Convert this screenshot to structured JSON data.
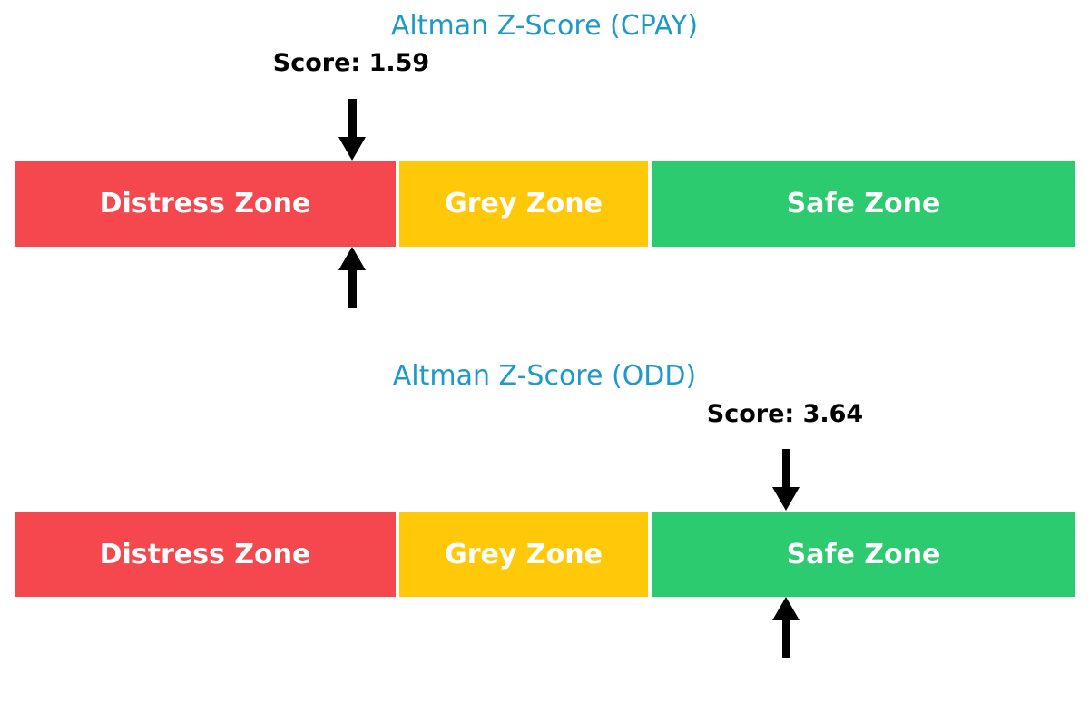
{
  "colors": {
    "background": "#ffffff",
    "title_blue": "#1E9AC9",
    "distress_red": "#F4484E",
    "grey_yellow": "#FFC90A",
    "safe_green": "#2DCB70",
    "zone_label_white": "#ffffff",
    "arrow_black": "#000000",
    "score_black": "#000000"
  },
  "charts": [
    {
      "title": "Altman Z-Score (CPAY)",
      "score_label": "Score: 1.59",
      "score": 1.59,
      "zones": [
        {
          "label": "Distress Zone"
        },
        {
          "label": "Grey Zone"
        },
        {
          "label": "Safe Zone"
        }
      ]
    },
    {
      "title": "Altman Z-Score (ODD)",
      "score_label": "Score: 3.64",
      "score": 3.64,
      "zones": [
        {
          "label": "Distress Zone"
        },
        {
          "label": "Grey Zone"
        },
        {
          "label": "Safe Zone"
        }
      ]
    }
  ],
  "chart_data": [
    {
      "type": "bar",
      "orientation": "horizontal",
      "title": "Altman Z-Score (CPAY)",
      "annotation": "Score: 1.59",
      "score": 1.59,
      "axis_range": [
        0,
        5
      ],
      "grid": false,
      "legend": false,
      "zones": [
        {
          "label": "Distress Zone",
          "range": [
            0,
            1.8
          ],
          "color": "#F4484E"
        },
        {
          "label": "Grey Zone",
          "range": [
            1.8,
            3.0
          ],
          "color": "#FFC90A"
        },
        {
          "label": "Safe Zone",
          "range": [
            3.0,
            5.0
          ],
          "color": "#2DCB70"
        }
      ],
      "marker": {
        "style": "double-arrow-above-below",
        "x": 1.59,
        "zone": "Distress Zone"
      }
    },
    {
      "type": "bar",
      "orientation": "horizontal",
      "title": "Altman Z-Score (ODD)",
      "annotation": "Score: 3.64",
      "score": 3.64,
      "axis_range": [
        0,
        5
      ],
      "grid": false,
      "legend": false,
      "zones": [
        {
          "label": "Distress Zone",
          "range": [
            0,
            1.8
          ],
          "color": "#F4484E"
        },
        {
          "label": "Grey Zone",
          "range": [
            1.8,
            3.0
          ],
          "color": "#FFC90A"
        },
        {
          "label": "Safe Zone",
          "range": [
            3.0,
            5.0
          ],
          "color": "#2DCB70"
        }
      ],
      "marker": {
        "style": "double-arrow-above-below",
        "x": 3.64,
        "zone": "Safe Zone"
      }
    }
  ]
}
